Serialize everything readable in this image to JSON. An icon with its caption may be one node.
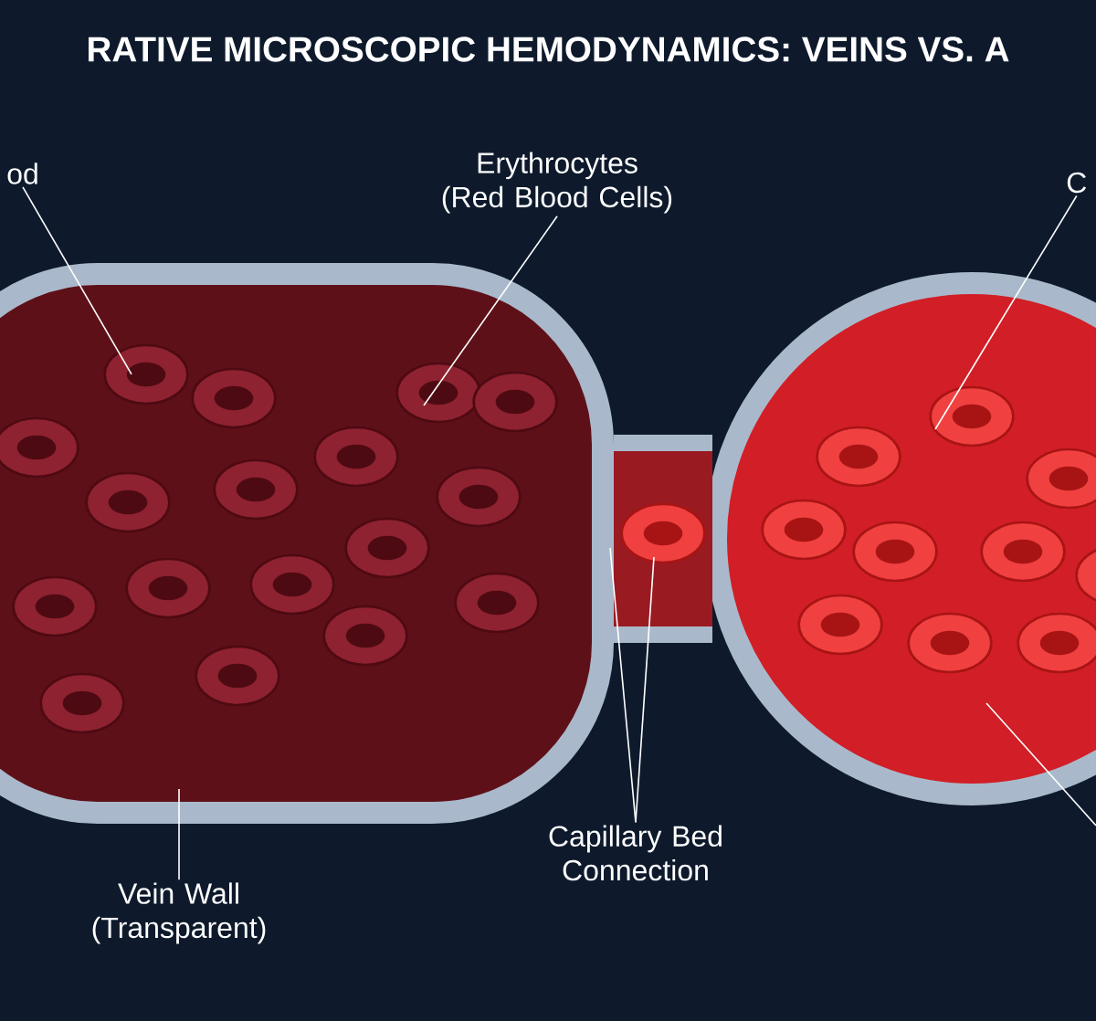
{
  "diagram": {
    "title": "RATIVE MICROSCOPIC HEMODYNAMICS: VEINS VS. A",
    "nodes": [
      {
        "text": [
          "od"
        ]
      },
      {
        "text": [
          "Erythrocytes (Red Blood Cells)"
        ]
      },
      {
        "text": [
          "C"
        ]
      },
      {
        "text": [
          "Vein Wall (Transparent)"
        ]
      },
      {
        "text": [
          "Capillary Bed Connection"
        ]
      },
      {
        "text": [],
        "shape": "picture"
      },
      {
        "text": [],
        "shape": "picture"
      },
      {
        "text": [],
        "shape": "picture"
      }
    ],
    "edges": [
      {
        "from": 0,
        "to": 5,
        "arrow": "none"
      },
      {
        "from": 1,
        "to": 5,
        "arrow": "none"
      },
      {
        "from": 2,
        "to": 7,
        "arrow": "none"
      },
      {
        "from": 3,
        "to": 5,
        "arrow": "none"
      },
      {
        "from": 4,
        "to": 6,
        "arrow": "none"
      },
      {
        "from": 4,
        "to": 6,
        "arrow": "none"
      },
      {
        "from": null,
        "to": 7,
        "arrow": "none"
      }
    ]
  }
}
